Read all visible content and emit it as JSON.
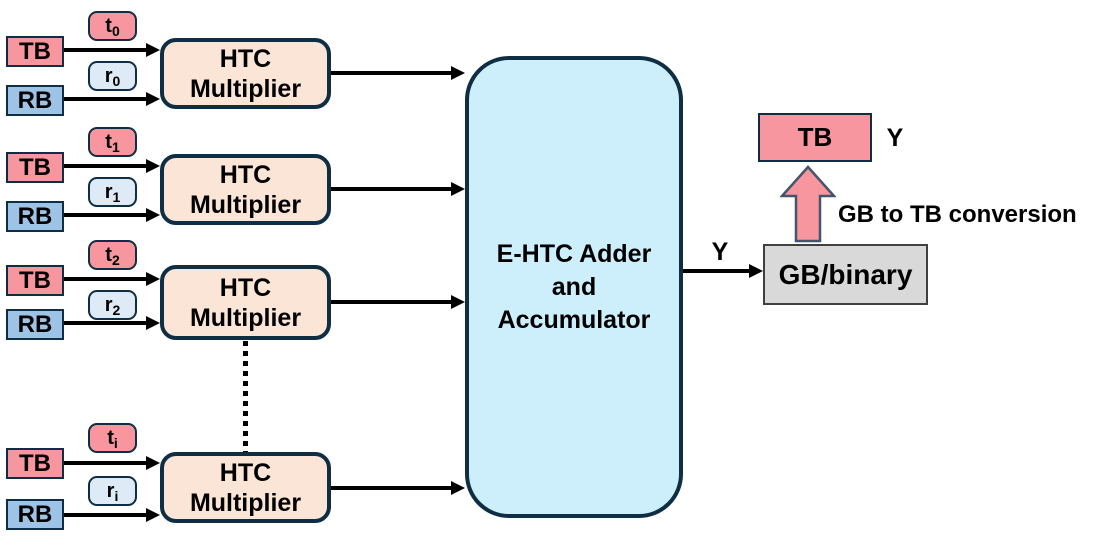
{
  "diagram": {
    "rows": [
      {
        "tb": "TB",
        "rb": "RB",
        "t_main": "t",
        "t_sub": "0",
        "r_main": "r",
        "r_sub": "0",
        "mult_line1": "HTC",
        "mult_line2": "Multiplier"
      },
      {
        "tb": "TB",
        "rb": "RB",
        "t_main": "t",
        "t_sub": "1",
        "r_main": "r",
        "r_sub": "1",
        "mult_line1": "HTC",
        "mult_line2": "Multiplier"
      },
      {
        "tb": "TB",
        "rb": "RB",
        "t_main": "t",
        "t_sub": "2",
        "r_main": "r",
        "r_sub": "2",
        "mult_line1": "HTC",
        "mult_line2": "Multiplier"
      },
      {
        "tb": "TB",
        "rb": "RB",
        "t_main": "t",
        "t_sub": "i",
        "r_main": "r",
        "r_sub": "i",
        "mult_line1": "HTC",
        "mult_line2": "Multiplier"
      }
    ],
    "adder": {
      "line1": "E-HTC Adder",
      "line2": "and",
      "line3": "Accumulator"
    },
    "output": {
      "y_arrow_label": "Y",
      "gb_binary_label": "GB/binary",
      "conversion_label": "GB to TB conversion",
      "tb_label": "TB",
      "tb_y_label": "Y"
    },
    "colors": {
      "pink": "#F7969E",
      "blue": "#9DC3E6",
      "pale_blue": "#DEEBF7",
      "peach": "#FBE5D6",
      "cyan": "#CDEEFB",
      "gray": "#D9D9D9",
      "navy_border": "#0F2E44",
      "arrow": "#000000"
    }
  }
}
